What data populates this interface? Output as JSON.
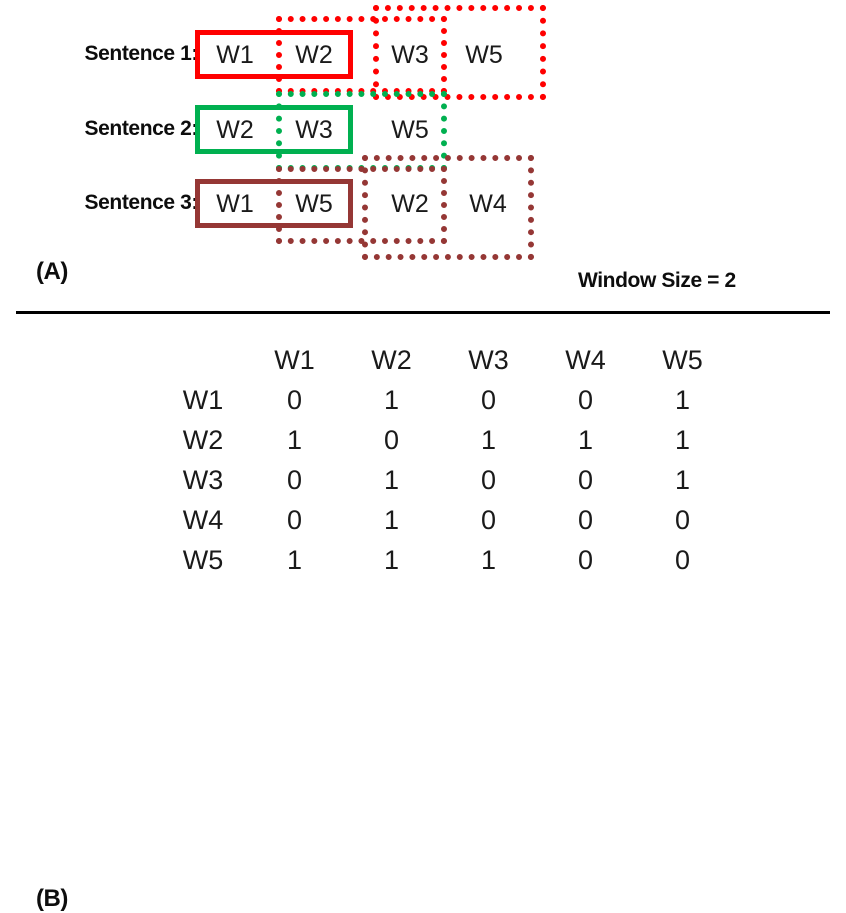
{
  "panel_a": {
    "caption": "(A)",
    "window_size_label": "Window Size = 2",
    "rows": [
      {
        "label": "Sentence 1:",
        "color": "#FF0000",
        "words": [
          "W1",
          "W2",
          "W3",
          "W5"
        ]
      },
      {
        "label": "Sentence 2:",
        "color": "#00B050",
        "words": [
          "W2",
          "W3",
          "W5"
        ]
      },
      {
        "label": "Sentence 3:",
        "color": "#953735",
        "words": [
          "W1",
          "W5",
          "W2",
          "W4"
        ]
      }
    ]
  },
  "panel_b": {
    "caption": "(B)"
  },
  "chart_data": {
    "type": "table",
    "title": "",
    "columns": [
      "",
      "W1",
      "W2",
      "W3",
      "W4",
      "W5"
    ],
    "row_headers": [
      "W1",
      "W2",
      "W3",
      "W4",
      "W5"
    ],
    "values": [
      [
        0,
        1,
        0,
        0,
        1
      ],
      [
        1,
        0,
        1,
        1,
        1
      ],
      [
        0,
        1,
        0,
        0,
        1
      ],
      [
        0,
        1,
        0,
        0,
        0
      ],
      [
        1,
        1,
        1,
        0,
        0
      ]
    ]
  }
}
